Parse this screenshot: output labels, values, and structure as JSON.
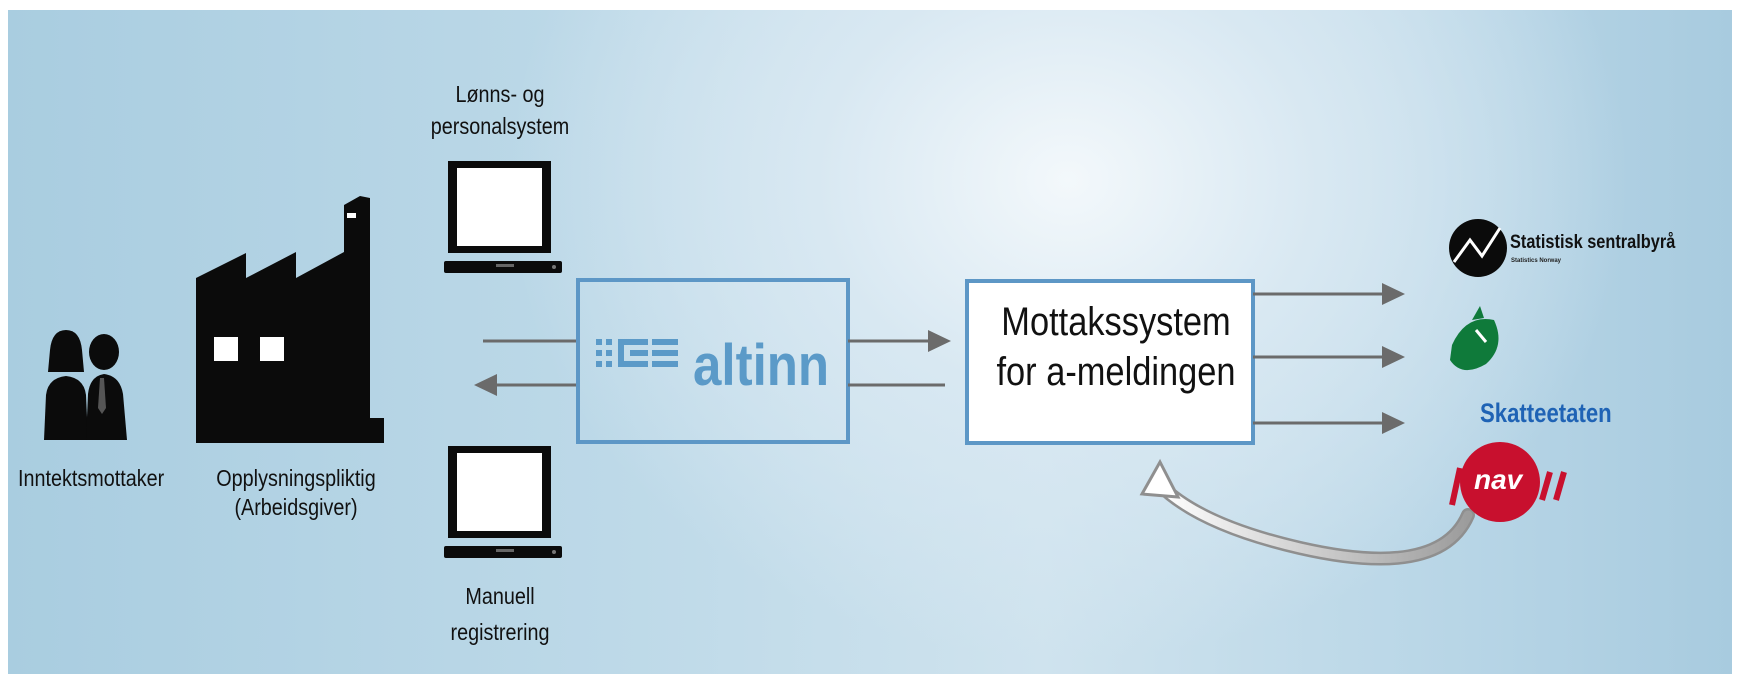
{
  "labels": {
    "inntektsmottaker": "Inntektsmottaker",
    "opplysningspliktig": "Opplysningspliktig",
    "arbeidsgiver": "(Arbeidsgiver)",
    "lonns_line1": "Lønns- og",
    "lonns_line2": "personalsystem",
    "manuell_line1": "Manuell",
    "manuell_line2": "registrering"
  },
  "altinn": {
    "name": "altinn"
  },
  "mottak": {
    "line1": "Mottakssystem",
    "line2": "for a-meldingen"
  },
  "recipients": {
    "ssb_name": "Statistisk sentralbyrå",
    "ssb_sub": "Statistics Norway",
    "skatt_name": "Skatteetaten",
    "nav_name": "nav"
  },
  "colors": {
    "box_border": "#5d97c6",
    "altinn_blue": "#5b9ac8",
    "arrow_gray": "#6b6b6b",
    "skatt_blue": "#1f63b5",
    "skatt_green": "#0f7a3a",
    "nav_red": "#c8102e",
    "silhouette": "#0b0b0b"
  },
  "icons": [
    "people-icon",
    "factory-icon",
    "laptop-icon",
    "altinn-logo",
    "ssb-logo",
    "skatteetaten-logo",
    "nav-logo",
    "curved-arrow-icon"
  ]
}
